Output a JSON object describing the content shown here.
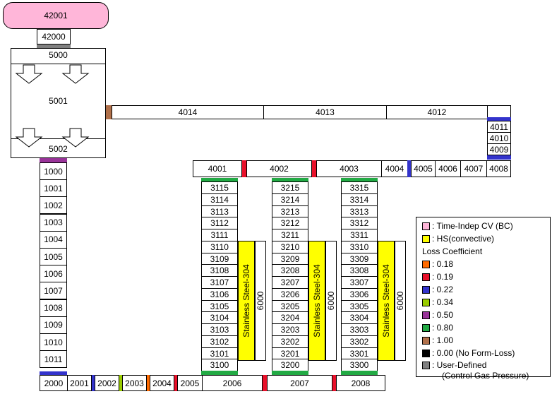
{
  "colors": {
    "time_indep": "#ffb6d9",
    "hs": "#ffff00",
    "k018": "#ff6a00",
    "k019": "#e8102a",
    "k022": "#3333cc",
    "k034": "#99cc00",
    "k050": "#993399",
    "k080": "#22aa44",
    "k100": "#b0704a",
    "k000": "#000000",
    "user": "#808080"
  },
  "bc_volume": "42001",
  "valve": "42000",
  "tank": {
    "top": "5000",
    "middle": "5001",
    "bottom": "5002"
  },
  "downcomer": [
    "1000",
    "1001",
    "1002",
    "1003",
    "1004",
    "1005",
    "1006",
    "1007",
    "1008",
    "1009",
    "1010",
    "1011"
  ],
  "bottom_row": [
    "2000",
    "2001",
    "2002",
    "2003",
    "2004",
    "2005",
    "2006",
    "2007",
    "2008"
  ],
  "top_pipe": [
    "4014",
    "4013",
    "4012"
  ],
  "right_stack": [
    "4011",
    "4010",
    "4009"
  ],
  "header_row": [
    "4001",
    "4002",
    "4003",
    "4004",
    "4005",
    "4006",
    "4007",
    "4008"
  ],
  "channels": [
    {
      "cells": [
        "3115",
        "3114",
        "3113",
        "3112",
        "3111",
        "3110",
        "3109",
        "3108",
        "3107",
        "3106",
        "3105",
        "3104",
        "3103",
        "3102",
        "3101",
        "3100"
      ],
      "hs_label": "Stainless Steel-304",
      "hs_num": "6000"
    },
    {
      "cells": [
        "3215",
        "3214",
        "3213",
        "3212",
        "3211",
        "3210",
        "3209",
        "3208",
        "3207",
        "3206",
        "3205",
        "3204",
        "3203",
        "3202",
        "3201",
        "3200"
      ],
      "hs_label": "Stainless Steel-304",
      "hs_num": "6000"
    },
    {
      "cells": [
        "3315",
        "3314",
        "3313",
        "3312",
        "3311",
        "3310",
        "3309",
        "3308",
        "3307",
        "3306",
        "3305",
        "3304",
        "3303",
        "3302",
        "3301",
        "3300"
      ],
      "hs_label": "Stainless Steel-304",
      "hs_num": "6000"
    }
  ],
  "legend": {
    "time_indep": ": Time-Indep CV (BC)",
    "hs": ": HS(convective)",
    "loss_title": "Loss Coefficient",
    "k018": ": 0.18",
    "k019": ": 0.19",
    "k022": ": 0.22",
    "k034": ": 0.34",
    "k050": ": 0.50",
    "k080": ": 0.80",
    "k100": ": 1.00",
    "k000": ": 0.00 (No Form-Loss)",
    "user1": ": User-Defined",
    "user2": "(Control Gas Pressure)"
  }
}
